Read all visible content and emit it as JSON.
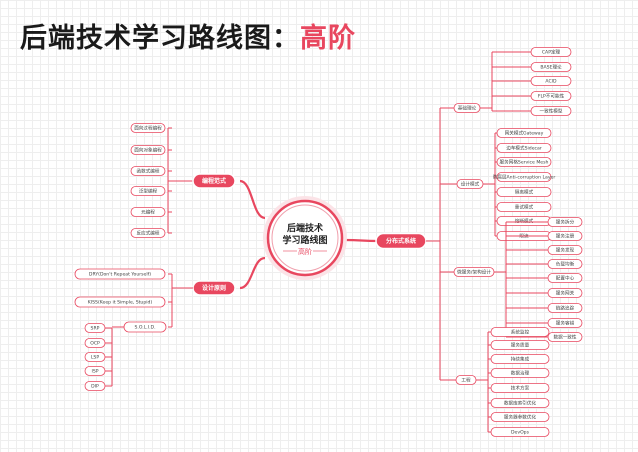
{
  "title": {
    "main": "后端技术学习路线图：",
    "accent": "高阶"
  },
  "center": {
    "line1": "后端技术",
    "line2": "学习路线图",
    "line3": "高阶"
  },
  "branches": {
    "programming": {
      "label": "编程范式",
      "items": [
        "面向过程编程",
        "面向对象编程",
        "函数式编程",
        "泛型编程",
        "元编程",
        "反应式编程"
      ]
    },
    "design_principles": {
      "label": "设计原则",
      "items": [
        "DRY(Don't Repeat Yourself)",
        "KISS(Keep it Simple, Stupid)",
        "S.O.L.I.D."
      ],
      "solid": [
        "SRP",
        "OCP",
        "LSP",
        "ISP",
        "DIP"
      ]
    },
    "distributed": {
      "label": "分布式系统",
      "groups": [
        {
          "label": "基础理论",
          "items": [
            "CAP定理",
            "BASE理论",
            "ACID",
            "FLP不可能性",
            "一致性模型"
          ]
        },
        {
          "label": "设计模式",
          "items": [
            "网关模式Gateway",
            "边车模式Sidecar",
            "服务网格Service Mesh",
            "防腐层Anti-corruption Layer",
            "隔离模式",
            "重试模式",
            "熔断模式",
            "限流"
          ]
        },
        {
          "label": "微服务/架构设计",
          "items": [
            "服务拆分",
            "服务注册",
            "服务发现",
            "负载均衡",
            "配置中心",
            "服务网关",
            "链路追踪",
            "服务容错",
            "数据一致性"
          ]
        },
        {
          "label": "工程",
          "items": [
            "系统监控",
            "服务质量",
            "持续集成",
            "数据治理",
            "技术方案",
            "数据库索引优化",
            "服务器参数优化",
            "DevOps"
          ]
        }
      ]
    }
  }
}
